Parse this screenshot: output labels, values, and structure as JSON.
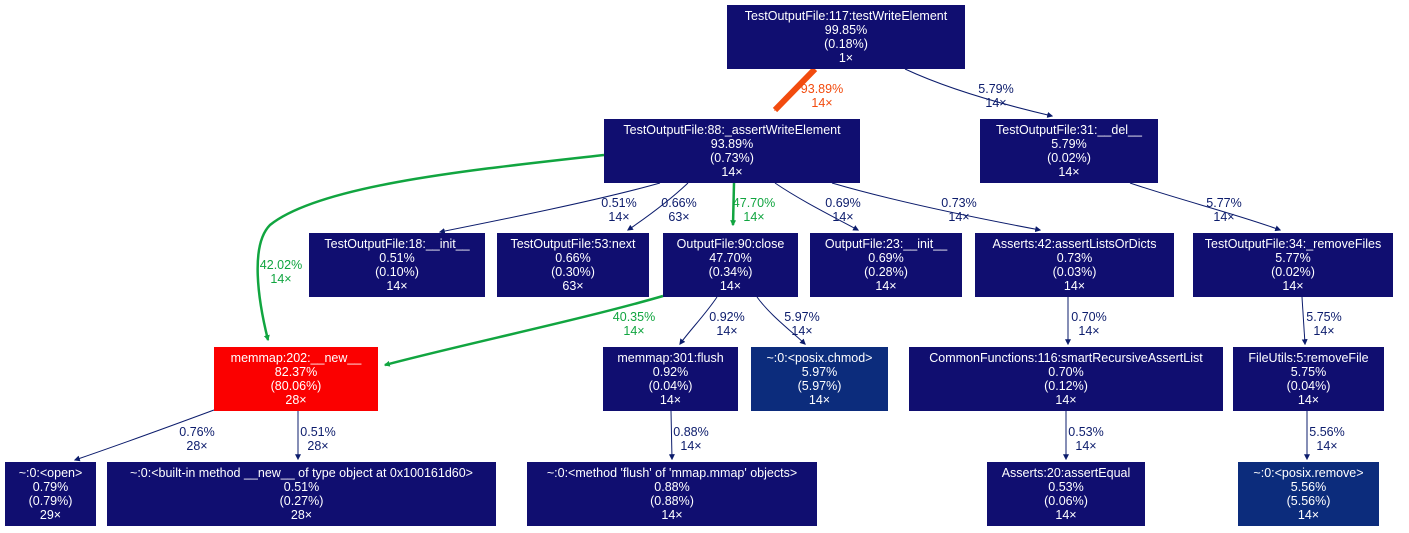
{
  "colors": {
    "node_default": "#100e70",
    "node_hot": "#fb0000",
    "node_posix": "#0c2c7c",
    "edge_default": "#0c1c6c",
    "edge_hot": "#f24b0e",
    "edge_warm": "#11a540"
  },
  "nodes": [
    {
      "id": "n_root",
      "name": "node-test-write-element",
      "func": "TestOutputFile:117:testWriteElement",
      "total": "99.85%",
      "self": "(0.18%)",
      "calls": "1×",
      "color": "node_default"
    },
    {
      "id": "n_assert",
      "name": "node-assert-write-element",
      "func": "TestOutputFile:88:_assertWriteElement",
      "total": "93.89%",
      "self": "(0.73%)",
      "calls": "14×",
      "color": "node_default"
    },
    {
      "id": "n_del",
      "name": "node-del",
      "func": "TestOutputFile:31:__del__",
      "total": "5.79%",
      "self": "(0.02%)",
      "calls": "14×",
      "color": "node_default"
    },
    {
      "id": "n_init18",
      "name": "node-test-init",
      "func": "TestOutputFile:18:__init__",
      "total": "0.51%",
      "self": "(0.10%)",
      "calls": "14×",
      "color": "node_default"
    },
    {
      "id": "n_next",
      "name": "node-next",
      "func": "TestOutputFile:53:next",
      "total": "0.66%",
      "self": "(0.30%)",
      "calls": "63×",
      "color": "node_default"
    },
    {
      "id": "n_close",
      "name": "node-close",
      "func": "OutputFile:90:close",
      "total": "47.70%",
      "self": "(0.34%)",
      "calls": "14×",
      "color": "node_default"
    },
    {
      "id": "n_init23",
      "name": "node-output-init",
      "func": "OutputFile:23:__init__",
      "total": "0.69%",
      "self": "(0.28%)",
      "calls": "14×",
      "color": "node_default"
    },
    {
      "id": "n_lists",
      "name": "node-assert-lists-or-dicts",
      "func": "Asserts:42:assertListsOrDicts",
      "total": "0.73%",
      "self": "(0.03%)",
      "calls": "14×",
      "color": "node_default"
    },
    {
      "id": "n_remove_files",
      "name": "node-remove-files",
      "func": "TestOutputFile:34:_removeFiles",
      "total": "5.77%",
      "self": "(0.02%)",
      "calls": "14×",
      "color": "node_default"
    },
    {
      "id": "n_memnew",
      "name": "node-memmap-new",
      "func": "memmap:202:__new__",
      "total": "82.37%",
      "self": "(80.06%)",
      "calls": "28×",
      "color": "node_hot"
    },
    {
      "id": "n_flush",
      "name": "node-memmap-flush",
      "func": "memmap:301:flush",
      "total": "0.92%",
      "self": "(0.04%)",
      "calls": "14×",
      "color": "node_default"
    },
    {
      "id": "n_chmod",
      "name": "node-posix-chmod",
      "func": "~:0:<posix.chmod>",
      "total": "5.97%",
      "self": "(5.97%)",
      "calls": "14×",
      "color": "node_posix"
    },
    {
      "id": "n_smart",
      "name": "node-smart-recursive-assert",
      "func": "CommonFunctions:116:smartRecursiveAssertList",
      "total": "0.70%",
      "self": "(0.12%)",
      "calls": "14×",
      "color": "node_default"
    },
    {
      "id": "n_remove_file",
      "name": "node-remove-file",
      "func": "FileUtils:5:removeFile",
      "total": "5.75%",
      "self": "(0.04%)",
      "calls": "14×",
      "color": "node_default"
    },
    {
      "id": "n_open",
      "name": "node-open",
      "func": "~:0:<open>",
      "total": "0.79%",
      "self": "(0.79%)",
      "calls": "29×",
      "color": "node_default"
    },
    {
      "id": "n_builtin_new",
      "name": "node-builtin-new",
      "func": "~:0:<built-in method __new__ of type object at 0x100161d60>",
      "total": "0.51%",
      "self": "(0.27%)",
      "calls": "28×",
      "color": "node_default"
    },
    {
      "id": "n_mmap_flush",
      "name": "node-mmap-flush-method",
      "func": "~:0:<method 'flush' of 'mmap.mmap' objects>",
      "total": "0.88%",
      "self": "(0.88%)",
      "calls": "14×",
      "color": "node_default"
    },
    {
      "id": "n_assert_equal",
      "name": "node-assert-equal",
      "func": "Asserts:20:assertEqual",
      "total": "0.53%",
      "self": "(0.06%)",
      "calls": "14×",
      "color": "node_default"
    },
    {
      "id": "n_posix_remove",
      "name": "node-posix-remove",
      "func": "~:0:<posix.remove>",
      "total": "5.56%",
      "self": "(5.56%)",
      "calls": "14×",
      "color": "node_posix"
    }
  ],
  "edges": [
    {
      "from": "n_root",
      "to": "n_assert",
      "pct": "93.89%",
      "calls": "14×",
      "color": "edge_hot"
    },
    {
      "from": "n_root",
      "to": "n_del",
      "pct": "5.79%",
      "calls": "14×",
      "color": "edge_default"
    },
    {
      "from": "n_assert",
      "to": "n_memnew",
      "pct": "42.02%",
      "calls": "14×",
      "color": "edge_warm"
    },
    {
      "from": "n_assert",
      "to": "n_init18",
      "pct": "0.51%",
      "calls": "14×",
      "color": "edge_default"
    },
    {
      "from": "n_assert",
      "to": "n_next",
      "pct": "0.66%",
      "calls": "63×",
      "color": "edge_default"
    },
    {
      "from": "n_assert",
      "to": "n_close",
      "pct": "47.70%",
      "calls": "14×",
      "color": "edge_warm"
    },
    {
      "from": "n_assert",
      "to": "n_init23",
      "pct": "0.69%",
      "calls": "14×",
      "color": "edge_default"
    },
    {
      "from": "n_assert",
      "to": "n_lists",
      "pct": "0.73%",
      "calls": "14×",
      "color": "edge_default"
    },
    {
      "from": "n_del",
      "to": "n_remove_files",
      "pct": "5.77%",
      "calls": "14×",
      "color": "edge_default"
    },
    {
      "from": "n_close",
      "to": "n_memnew",
      "pct": "40.35%",
      "calls": "14×",
      "color": "edge_warm"
    },
    {
      "from": "n_close",
      "to": "n_flush",
      "pct": "0.92%",
      "calls": "14×",
      "color": "edge_default"
    },
    {
      "from": "n_close",
      "to": "n_chmod",
      "pct": "5.97%",
      "calls": "14×",
      "color": "edge_default"
    },
    {
      "from": "n_lists",
      "to": "n_smart",
      "pct": "0.70%",
      "calls": "14×",
      "color": "edge_default"
    },
    {
      "from": "n_remove_files",
      "to": "n_remove_file",
      "pct": "5.75%",
      "calls": "14×",
      "color": "edge_default"
    },
    {
      "from": "n_memnew",
      "to": "n_open",
      "pct": "0.76%",
      "calls": "28×",
      "color": "edge_default"
    },
    {
      "from": "n_memnew",
      "to": "n_builtin_new",
      "pct": "0.51%",
      "calls": "28×",
      "color": "edge_default"
    },
    {
      "from": "n_flush",
      "to": "n_mmap_flush",
      "pct": "0.88%",
      "calls": "14×",
      "color": "edge_default"
    },
    {
      "from": "n_smart",
      "to": "n_assert_equal",
      "pct": "0.53%",
      "calls": "14×",
      "color": "edge_default"
    },
    {
      "from": "n_remove_file",
      "to": "n_posix_remove",
      "pct": "5.56%",
      "calls": "14×",
      "color": "edge_default"
    }
  ]
}
